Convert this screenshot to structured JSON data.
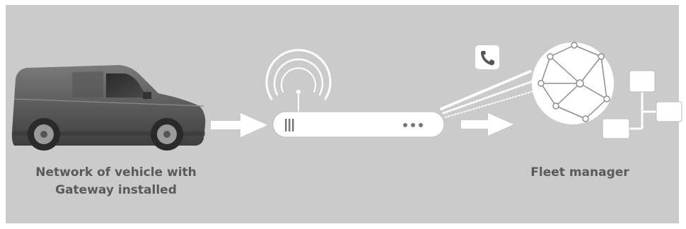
{
  "captions": {
    "vehicle_line1": "Network of vehicle with",
    "vehicle_line2": "Gateway installed",
    "fleet_manager": "Fleet manager"
  },
  "icons": {
    "vehicle": "van-icon",
    "gateway": "gateway-device-icon",
    "signal": "wireless-signal-icon",
    "phone": "phone-icon",
    "network": "globe-network-icon",
    "servers": "server-network-icon"
  },
  "colors": {
    "background_panel": "#cbcbcb",
    "caption_text": "#5a5a5a",
    "icon_white": "#ffffff",
    "van_body": "#5e5e5e"
  }
}
